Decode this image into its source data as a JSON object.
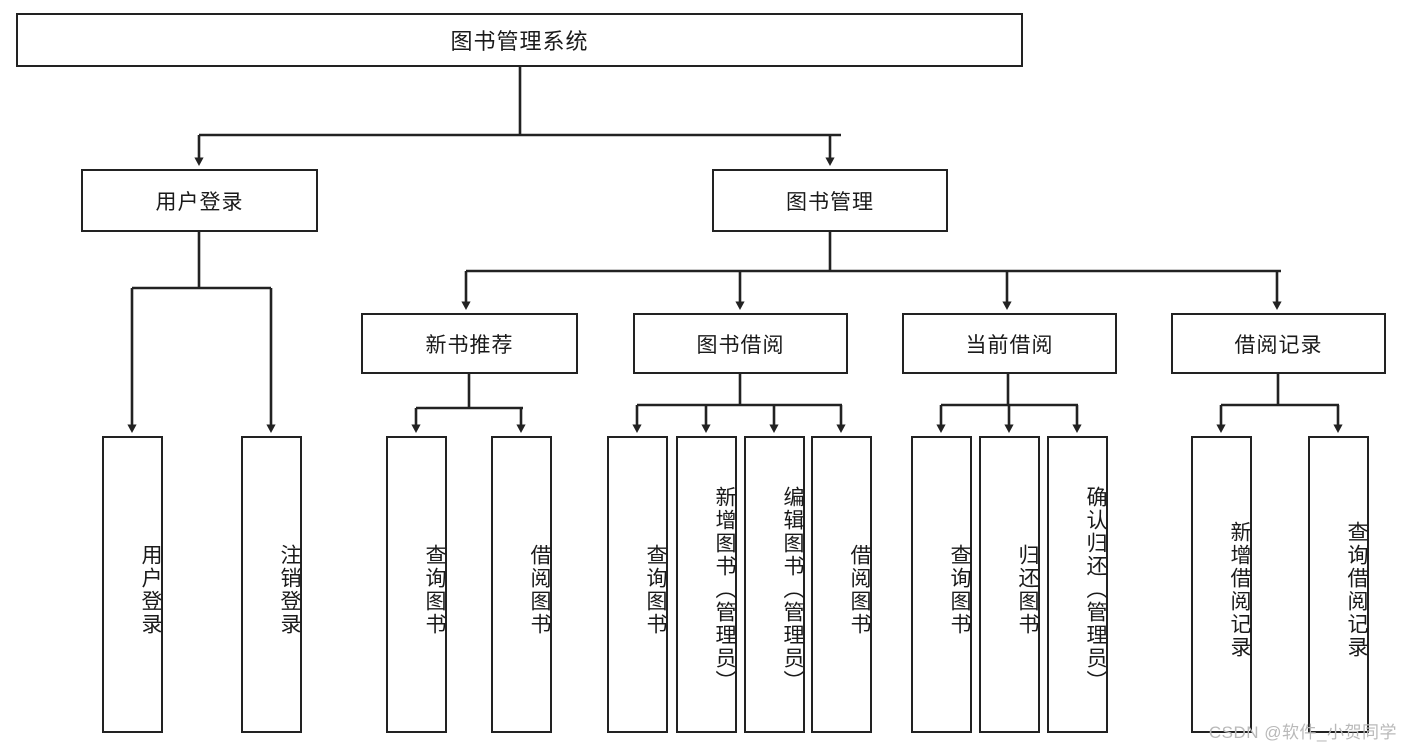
{
  "diagram": {
    "type": "tree",
    "title": "图书管理系统",
    "watermark": "CSDN @软件_小贺同学",
    "colors": {
      "stroke": "#222222",
      "fill": "#ffffff",
      "text": "#1a1a1a",
      "watermark": "#b9b9b9"
    },
    "nodes": {
      "root": {
        "label": "图书管理系统"
      },
      "level2": [
        {
          "id": "user-login",
          "label": "用户登录"
        },
        {
          "id": "book-manage",
          "label": "图书管理"
        }
      ],
      "level3": [
        {
          "id": "new-book-recommend",
          "label": "新书推荐"
        },
        {
          "id": "book-borrow",
          "label": "图书借阅"
        },
        {
          "id": "current-borrow",
          "label": "当前借阅"
        },
        {
          "id": "borrow-record",
          "label": "借阅记录"
        }
      ],
      "leaves": {
        "user-login": [
          {
            "id": "leaf-user-login",
            "label": "用户登录"
          },
          {
            "id": "leaf-logout",
            "label": "注销登录"
          }
        ],
        "new-book-recommend": [
          {
            "id": "leaf-query-book-1",
            "label": "查询图书"
          },
          {
            "id": "leaf-borrow-book-1",
            "label": "借阅图书"
          }
        ],
        "book-borrow": [
          {
            "id": "leaf-query-book-2",
            "label": "查询图书"
          },
          {
            "id": "leaf-add-book",
            "label": "新增图书（管理员）"
          },
          {
            "id": "leaf-edit-book",
            "label": "编辑图书（管理员）"
          },
          {
            "id": "leaf-borrow-book-2",
            "label": "借阅图书"
          }
        ],
        "current-borrow": [
          {
            "id": "leaf-query-book-3",
            "label": "查询图书"
          },
          {
            "id": "leaf-return-book",
            "label": "归还图书"
          },
          {
            "id": "leaf-confirm-return",
            "label": "确认归还（管理员）"
          }
        ],
        "borrow-record": [
          {
            "id": "leaf-add-record",
            "label": "新增借阅记录"
          },
          {
            "id": "leaf-query-record",
            "label": "查询借阅记录"
          }
        ]
      }
    }
  }
}
